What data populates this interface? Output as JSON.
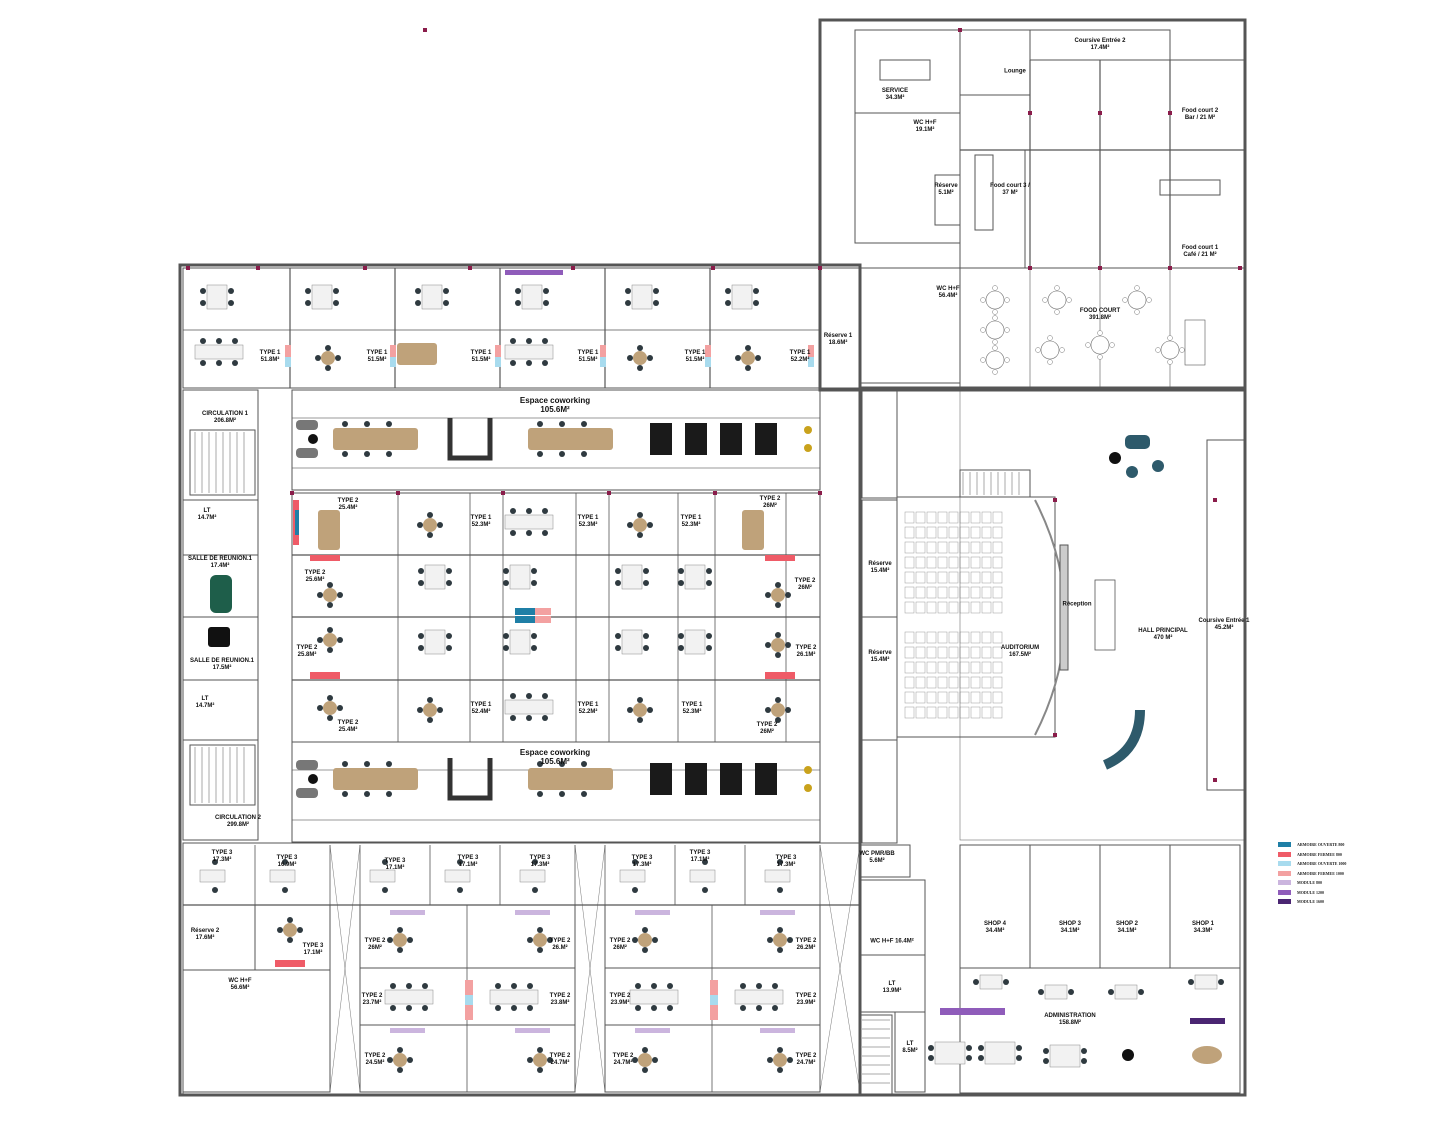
{
  "rooms": [
    {
      "name": "Coursive Entrée 2",
      "area": "17.4M²"
    },
    {
      "name": "Lounge",
      "area": ""
    },
    {
      "name": "SERVICE",
      "area": "34.3M²"
    },
    {
      "name": "WC H+F",
      "area": "19.1M²"
    },
    {
      "name": "Food court 2",
      "area": "Bar / 21 M²"
    },
    {
      "name": "Réserve",
      "area": "5.1M²"
    },
    {
      "name": "Food court 3 /",
      "area": "37 M²"
    },
    {
      "name": "Food court 1",
      "area": "Café / 21 M²"
    },
    {
      "name": "WC H+F",
      "area": "56.4M²"
    },
    {
      "name": "FOOD COURT",
      "area": "391.8M²"
    },
    {
      "name": "Réserve 1",
      "area": "18.6M²"
    },
    {
      "name": "TYPE 1",
      "area": "51.8M²"
    },
    {
      "name": "TYPE 1",
      "area": "51.5M²"
    },
    {
      "name": "TYPE 1",
      "area": "51.5M²"
    },
    {
      "name": "TYPE 1",
      "area": "51.5M²"
    },
    {
      "name": "TYPE 1",
      "area": "51.5M²"
    },
    {
      "name": "TYPE 1",
      "area": "52.2M²"
    },
    {
      "name": "CIRCULATION 1",
      "area": "206.8M²"
    },
    {
      "name": "Espace coworking",
      "area": "105.6M²"
    },
    {
      "name": "LT",
      "area": "14.7M²"
    },
    {
      "name": "SALLE DE REUNION.1",
      "area": "17.4M²"
    },
    {
      "name": "SALLE DE REUNION.1",
      "area": "17.5M²"
    },
    {
      "name": "LT",
      "area": "14.7M²"
    },
    {
      "name": "CIRCULATION 2",
      "area": "299.8M²"
    },
    {
      "name": "Espace coworking",
      "area": "105.6M²"
    },
    {
      "name": "TYPE 2",
      "area": "25.4M²"
    },
    {
      "name": "TYPE 1",
      "area": "52.3M²"
    },
    {
      "name": "TYPE 1",
      "area": "52.3M²"
    },
    {
      "name": "TYPE 1",
      "area": "52.3M²"
    },
    {
      "name": "TYPE 2",
      "area": "26M²"
    },
    {
      "name": "TYPE 2",
      "area": "25.6M²"
    },
    {
      "name": "TYPE 2",
      "area": "26M²"
    },
    {
      "name": "TYPE 2",
      "area": "25.8M²"
    },
    {
      "name": "TYPE 2",
      "area": "26.1M²"
    },
    {
      "name": "TYPE 1",
      "area": "52.4M²"
    },
    {
      "name": "TYPE 1",
      "area": "52.2M²"
    },
    {
      "name": "TYPE 1",
      "area": "52.3M²"
    },
    {
      "name": "TYPE 2",
      "area": "25.4M²"
    },
    {
      "name": "TYPE 2",
      "area": "26M²"
    },
    {
      "name": "TYPE 3",
      "area": "17.3M²"
    },
    {
      "name": "TYPE 3",
      "area": "16.9M²"
    },
    {
      "name": "Réserve 2",
      "area": "17.6M²"
    },
    {
      "name": "TYPE 3",
      "area": "17.1M²"
    },
    {
      "name": "WC H+F",
      "area": "56.6M²"
    },
    {
      "name": "TYPE 3",
      "area": "17.1M²"
    },
    {
      "name": "TYPE 3",
      "area": "17.1M²"
    },
    {
      "name": "TYPE 3",
      "area": "17.3M²"
    },
    {
      "name": "TYPE 3",
      "area": "17.3M²"
    },
    {
      "name": "TYPE 3",
      "area": "17.1M²"
    },
    {
      "name": "TYPE 3",
      "area": "17.3M²"
    },
    {
      "name": "TYPE 2",
      "area": "26M²"
    },
    {
      "name": "TYPE 2",
      "area": "26.M²"
    },
    {
      "name": "TYPE 2",
      "area": "26M²"
    },
    {
      "name": "TYPE 2",
      "area": "26.2M²"
    },
    {
      "name": "TYPE 2",
      "area": "23.7M²"
    },
    {
      "name": "TYPE 2",
      "area": "23.8M²"
    },
    {
      "name": "TYPE 2",
      "area": "23.9M²"
    },
    {
      "name": "TYPE 2",
      "area": "23.9M²"
    },
    {
      "name": "TYPE 2",
      "area": "24.5M²"
    },
    {
      "name": "TYPE 2",
      "area": "24.7M²"
    },
    {
      "name": "TYPE 2",
      "area": "24.7M²"
    },
    {
      "name": "TYPE 2",
      "area": "24.7M²"
    },
    {
      "name": "Réserve",
      "area": "15.4M²"
    },
    {
      "name": "Réserve",
      "area": "15.4M²"
    },
    {
      "name": "AUDITORIUM",
      "area": "167.5M²"
    },
    {
      "name": "Réception",
      "area": ""
    },
    {
      "name": "HALL PRINCIPAL",
      "area": "470 M²"
    },
    {
      "name": "Coursive Entrée 1",
      "area": "45.2M²"
    },
    {
      "name": "WC PMR/BB",
      "area": "5.6M²"
    },
    {
      "name": "WC H+F 16.4M²",
      "area": ""
    },
    {
      "name": "LT",
      "area": "13.9M²"
    },
    {
      "name": "LT",
      "area": "8.5M²"
    },
    {
      "name": "SHOP 4",
      "area": "34.4M²"
    },
    {
      "name": "SHOP 3",
      "area": "34.1M²"
    },
    {
      "name": "SHOP 2",
      "area": "34.1M²"
    },
    {
      "name": "SHOP 1",
      "area": "34.3M²"
    },
    {
      "name": "ADMINISTRATION",
      "area": "158.8M²"
    }
  ],
  "legend": [
    {
      "label": "ARMOIRE OUVERTE 800",
      "color": "#1f7fa6"
    },
    {
      "label": "ARMOIRE FERMEE 800",
      "color": "#ef5b67"
    },
    {
      "label": "ARMOIRE OUVERTE 1000",
      "color": "#a8dbee"
    },
    {
      "label": "ARMOIRE FERMEE 1000",
      "color": "#f3a1a1"
    },
    {
      "label": "MODULE 800",
      "color": "#cbb5de"
    },
    {
      "label": "MODULE 1200",
      "color": "#8f5cba"
    },
    {
      "label": "MODULE 1600",
      "color": "#4a2572"
    }
  ],
  "colors": {
    "wall": "#555555",
    "table": "#bfa27a",
    "chair": "#2f3a40",
    "sofa": "#2e5a6b",
    "column": "#8a1c4a",
    "meeting": "#1e5e4a"
  }
}
